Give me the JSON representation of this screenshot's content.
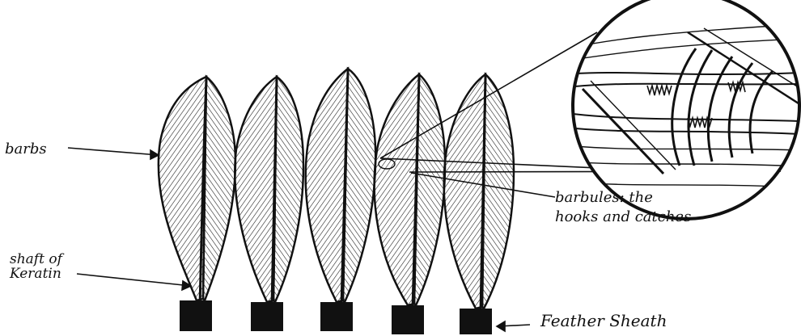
{
  "labels": {
    "barbs": "barbs",
    "shaft_line1": "shaft of",
    "shaft_line2": "Keratin",
    "barbules_line1": "barbules: the",
    "barbules_line2": "hooks and catches",
    "sheath": "Feather Sheath"
  },
  "colors": {
    "ink": "#111111",
    "paper": "#ffffff"
  },
  "feather_count": 5
}
